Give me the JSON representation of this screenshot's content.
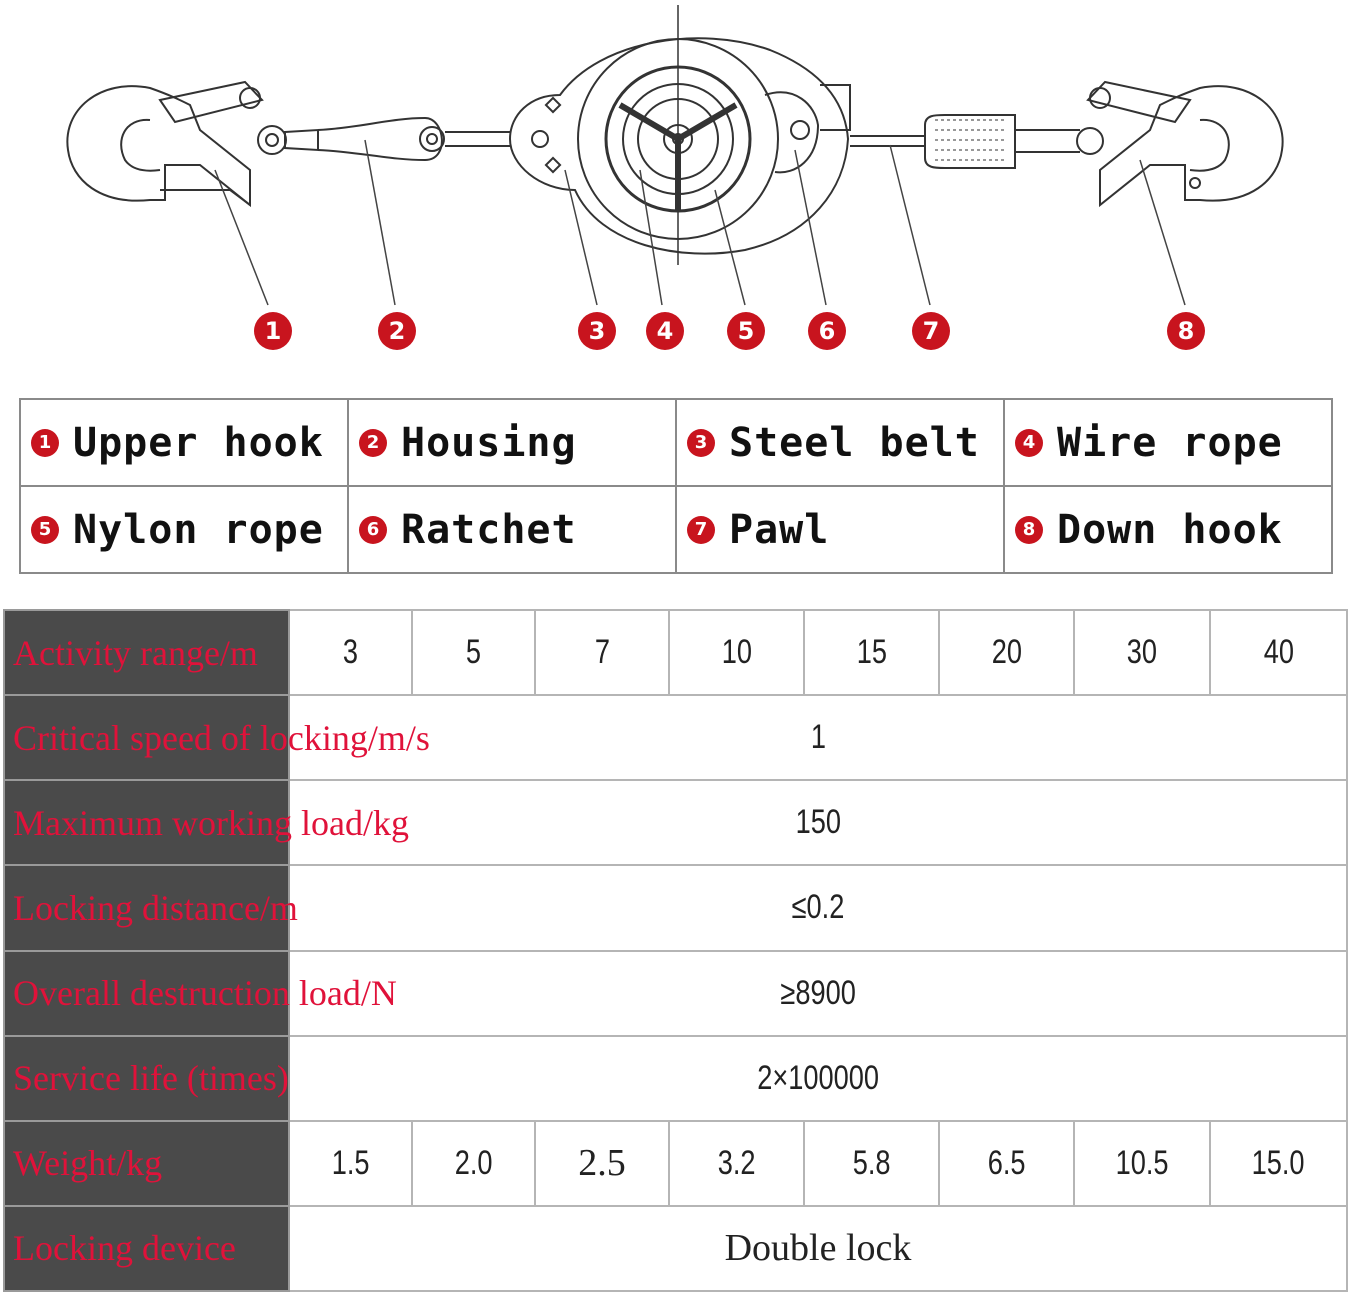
{
  "diagram": {
    "callouts": [
      "1",
      "2",
      "3",
      "4",
      "5",
      "6",
      "7",
      "8"
    ]
  },
  "legend": {
    "items": [
      {
        "num": "1",
        "label": "Upper hook"
      },
      {
        "num": "2",
        "label": "Housing"
      },
      {
        "num": "3",
        "label": "Steel belt"
      },
      {
        "num": "4",
        "label": "Wire rope"
      },
      {
        "num": "5",
        "label": "Nylon rope"
      },
      {
        "num": "6",
        "label": "Ratchet"
      },
      {
        "num": "7",
        "label": "Pawl"
      },
      {
        "num": "8",
        "label": "Down hook"
      }
    ]
  },
  "specs": {
    "rows": [
      {
        "label": "Activity range/m",
        "values": [
          "3",
          "5",
          "7",
          "10",
          "15",
          "20",
          "30",
          "40"
        ]
      },
      {
        "label": "Critical speed of locking/m/s",
        "value": "1"
      },
      {
        "label": "Maximum working load/kg",
        "value": "150"
      },
      {
        "label": "Locking distance/m",
        "value": "≤0.2"
      },
      {
        "label": "Overall destruction load/N",
        "value": "≥8900"
      },
      {
        "label": "Service life (times)",
        "value": "2×100000"
      },
      {
        "label": "Weight/kg",
        "values": [
          "1.5",
          "2.0",
          "2.5",
          "3.2",
          "5.8",
          "6.5",
          "10.5",
          "15.0"
        ]
      },
      {
        "label": "Locking device",
        "value": "Double lock"
      }
    ]
  },
  "colors": {
    "accent_red": "#c8141e",
    "row_head_bg": "#4a4a4a",
    "row_head_text": "#e0123a"
  }
}
